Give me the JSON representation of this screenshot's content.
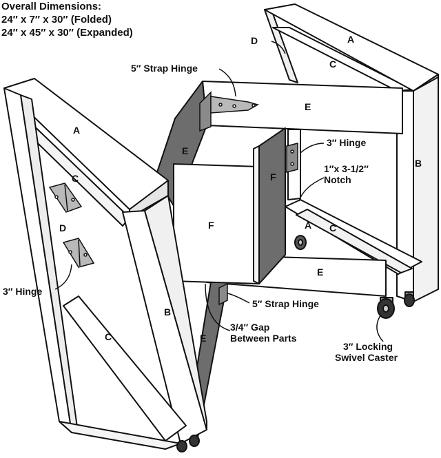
{
  "dimensions": {
    "heading": "Overall Dimensions:",
    "folded": "24″ x 7″ x 30″ (Folded)",
    "expanded": "24″ x 45″ x 30″ (Expanded)"
  },
  "part_labels": {
    "a": "A",
    "b": "B",
    "c": "C",
    "d": "D",
    "e": "E",
    "f": "F"
  },
  "callouts": {
    "strap_hinge": "5″ Strap Hinge",
    "hinge_3": "3″ Hinge",
    "notch_line1": "1″x 3-1/2″",
    "notch_line2": "Notch",
    "gap_line1": "3/4″ Gap",
    "gap_line2": "Between Parts",
    "caster_line1": "3″ Locking",
    "caster_line2": "Swivel Caster"
  },
  "colors": {
    "board": "#ffffff",
    "board_shade": "#e9e9e9",
    "panel_dark": "#6d6d6d",
    "outline": "#111111"
  }
}
